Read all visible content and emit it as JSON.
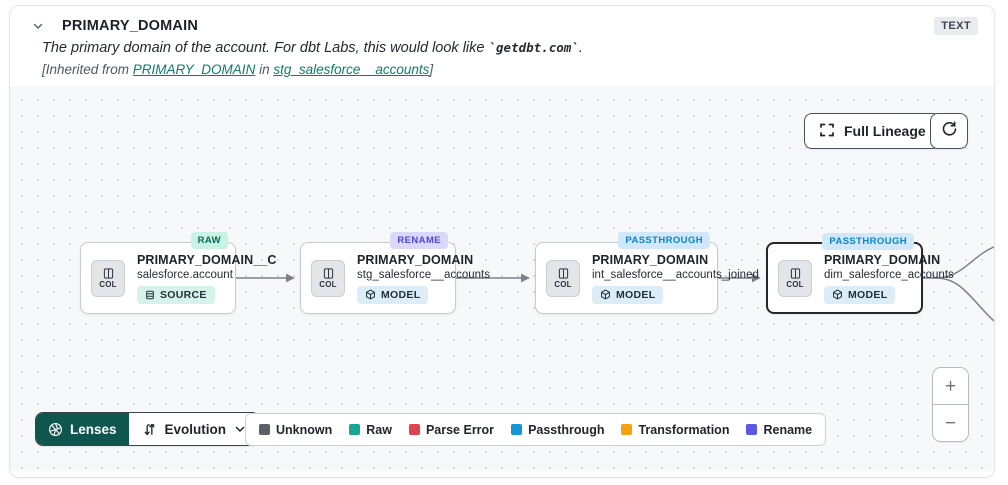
{
  "header": {
    "title": "PRIMARY_DOMAIN",
    "type_badge": "TEXT",
    "description_prefix": "The primary domain of the account. For dbt Labs, this would look like ",
    "description_code": "`getdbt.com`",
    "description_suffix": ".",
    "inherited_prefix": "[Inherited from ",
    "inherited_link_column": "PRIMARY_DOMAIN",
    "inherited_middle": " in ",
    "inherited_link_model": "stg_salesforce__accounts",
    "inherited_suffix": "]"
  },
  "toolbar": {
    "full_lineage_label": "Full Lineage"
  },
  "nodes": [
    {
      "badge": "RAW",
      "title": "PRIMARY_DOMAIN__C",
      "subtitle": "salesforce.account",
      "type": "SOURCE",
      "chip": "COL",
      "selected": false
    },
    {
      "badge": "RENAME",
      "title": "PRIMARY_DOMAIN",
      "subtitle": "stg_salesforce__accounts",
      "type": "MODEL",
      "chip": "COL",
      "selected": false
    },
    {
      "badge": "PASSTHROUGH",
      "title": "PRIMARY_DOMAIN",
      "subtitle": "int_salesforce__accounts_joined",
      "type": "MODEL",
      "chip": "COL",
      "selected": false
    },
    {
      "badge": "PASSTHROUGH",
      "title": "PRIMARY_DOMAIN",
      "subtitle": "dim_salesforce_accounts",
      "type": "MODEL",
      "chip": "COL",
      "selected": true
    }
  ],
  "lenses": {
    "label": "Lenses",
    "selected_lens": "Evolution"
  },
  "legend": [
    {
      "label": "Unknown",
      "color": "#5c6066"
    },
    {
      "label": "Raw",
      "color": "#19a690"
    },
    {
      "label": "Parse Error",
      "color": "#e04350"
    },
    {
      "label": "Passthrough",
      "color": "#1397d3"
    },
    {
      "label": "Transformation",
      "color": "#f2a30f"
    },
    {
      "label": "Rename",
      "color": "#5b58e3"
    }
  ],
  "zoom_controls": {
    "zoom_in": "+",
    "zoom_out": "−"
  },
  "colors": {
    "link_teal": "#0e7c6b",
    "lenses_button_bg": "#0f564e",
    "canvas_bg": "#f7f8f9",
    "badge_raw_bg": "#c8f2e4",
    "badge_rename_bg": "#dbd8fa",
    "badge_passthrough_bg": "#d0e8f9",
    "pill_source_bg": "#d5f3ea",
    "pill_model_bg": "#dcedf8",
    "edge": "#7b818b"
  },
  "icons": {
    "chevron_down": "chevron-down",
    "full_lineage": "corner-brackets-expand",
    "refresh": "circular-arrow",
    "column_chip": "columns",
    "source": "database",
    "model": "cube",
    "lenses": "aperture",
    "evolution": "swap-vertical-arrows",
    "dropdown": "chevron-down"
  }
}
